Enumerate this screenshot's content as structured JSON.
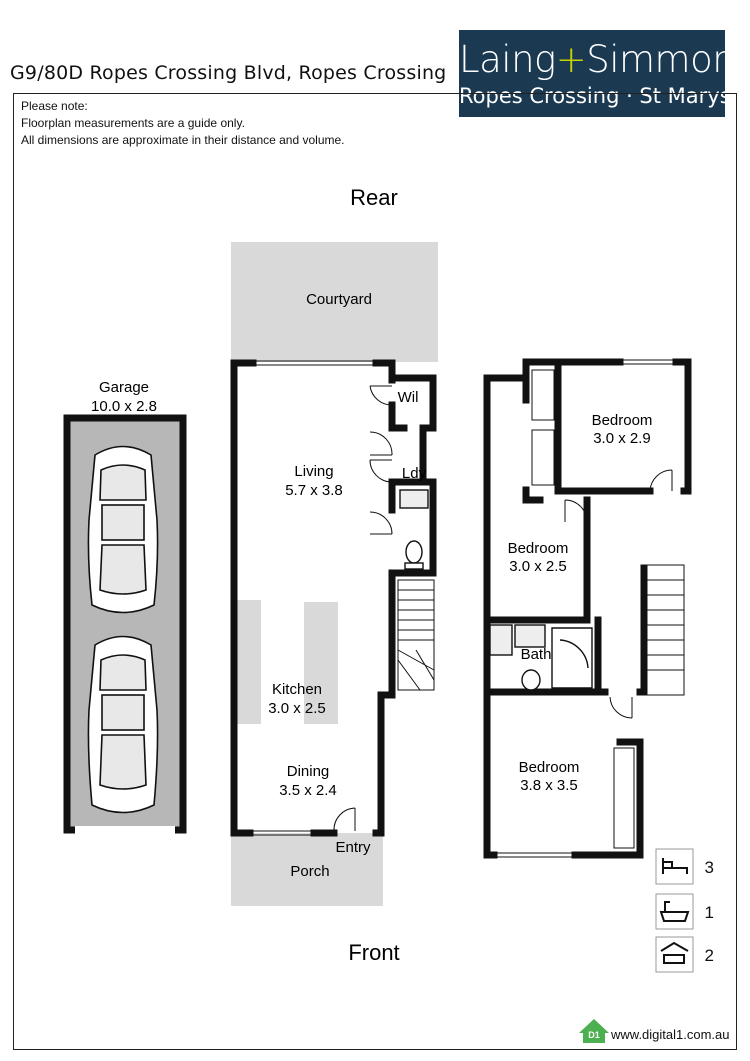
{
  "header": {
    "address": "G9/80D Ropes Crossing Blvd, Ropes Crossing",
    "brand_left": "Laing",
    "brand_plus": "+",
    "brand_right": "Simmons",
    "brand_sub": "Ropes Crossing · St Marys"
  },
  "note": {
    "title": "Please note:",
    "line1": "Floorplan measurements are a guide only.",
    "line2": "All dimensions are approximate in their distance and volume."
  },
  "orientation": {
    "rear": "Rear",
    "front": "Front"
  },
  "rooms": {
    "courtyard": "Courtyard",
    "garage": "Garage",
    "garage_size": "10.0 x 2.8",
    "living": "Living",
    "living_size": "5.7 x 3.8",
    "wil": "Wil",
    "ldy": "Ldy",
    "kitchen": "Kitchen",
    "kitchen_size": "3.0 x 2.5",
    "dining": "Dining",
    "dining_size": "3.5 x 2.4",
    "entry": "Entry",
    "porch": "Porch",
    "bed1": "Bedroom",
    "bed1_size": "3.0 x 2.9",
    "bed2": "Bedroom",
    "bed2_size": "3.0 x 2.5",
    "bath": "Bath",
    "bed3": "Bedroom",
    "bed3_size": "3.8 x 3.5"
  },
  "stats": {
    "bedrooms": "3",
    "bathrooms": "1",
    "car_spaces": "2",
    "icons": [
      "bed-icon",
      "bath-icon",
      "car-icon"
    ]
  },
  "footer": {
    "logo_text": "D1",
    "website": "www.digital1.com.au"
  },
  "colors": {
    "brand_bg": "#1b3a52",
    "brand_plus": "#c8d400",
    "outdoor": "#d9d9d9",
    "wall": "#111111",
    "footer_green": "#4caf50"
  }
}
